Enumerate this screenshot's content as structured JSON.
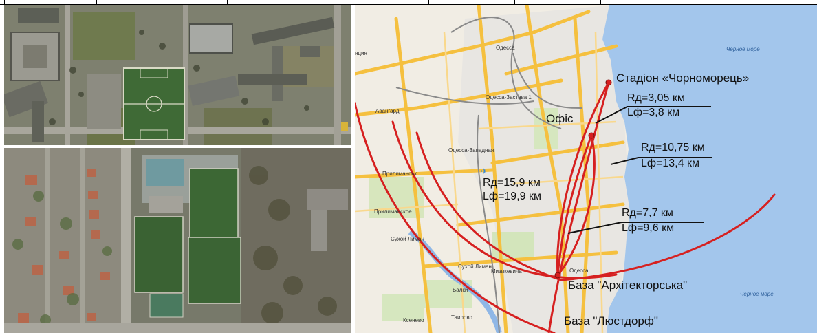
{
  "map": {
    "points": {
      "stadium": "Стадіон «Чорноморець»",
      "office": "Офіс",
      "base_arch": "База \"Архітекторська\"",
      "base_lust": "База \"Люстдорф\""
    },
    "distances": {
      "office": {
        "rd": "Rд=3,05 км",
        "lf": "Lф=3,8 км"
      },
      "stadium": {
        "rd": "Rд=10,75 км",
        "lf": "Lф=13,4 км"
      },
      "lust": {
        "rd": "Rд=15,9 км",
        "lf": "Lф=19,9 км"
      },
      "arch": {
        "rd": "Rд=7,7 км",
        "lf": "Lф=9,6 км"
      }
    },
    "place_names": {
      "odessa_top": "Одесса",
      "avangard": "Авангард",
      "prilimanske1": "Прилиманськ",
      "prilimanske2": "Прилиманское",
      "sukhoi_liman": "Сухой Лиман",
      "sukhoi_liman2": "Сухой Лиман",
      "mizikevicha": "Мизикевича",
      "tairovo": "Таирово",
      "kseniev": "Ксенево",
      "odessa_bottom": "Одесса",
      "station1": "Одесса-Застава 1",
      "station2": "Одесса-Западная",
      "balki": "Балки",
      "ngtsia": "нция",
      "sea_top": "Черное море",
      "sea_bottom": "Черное море"
    },
    "colors": {
      "route": "#d62020",
      "sea": "#a3c6ec",
      "land": "#f1ede4",
      "road": "#f7c644"
    }
  }
}
